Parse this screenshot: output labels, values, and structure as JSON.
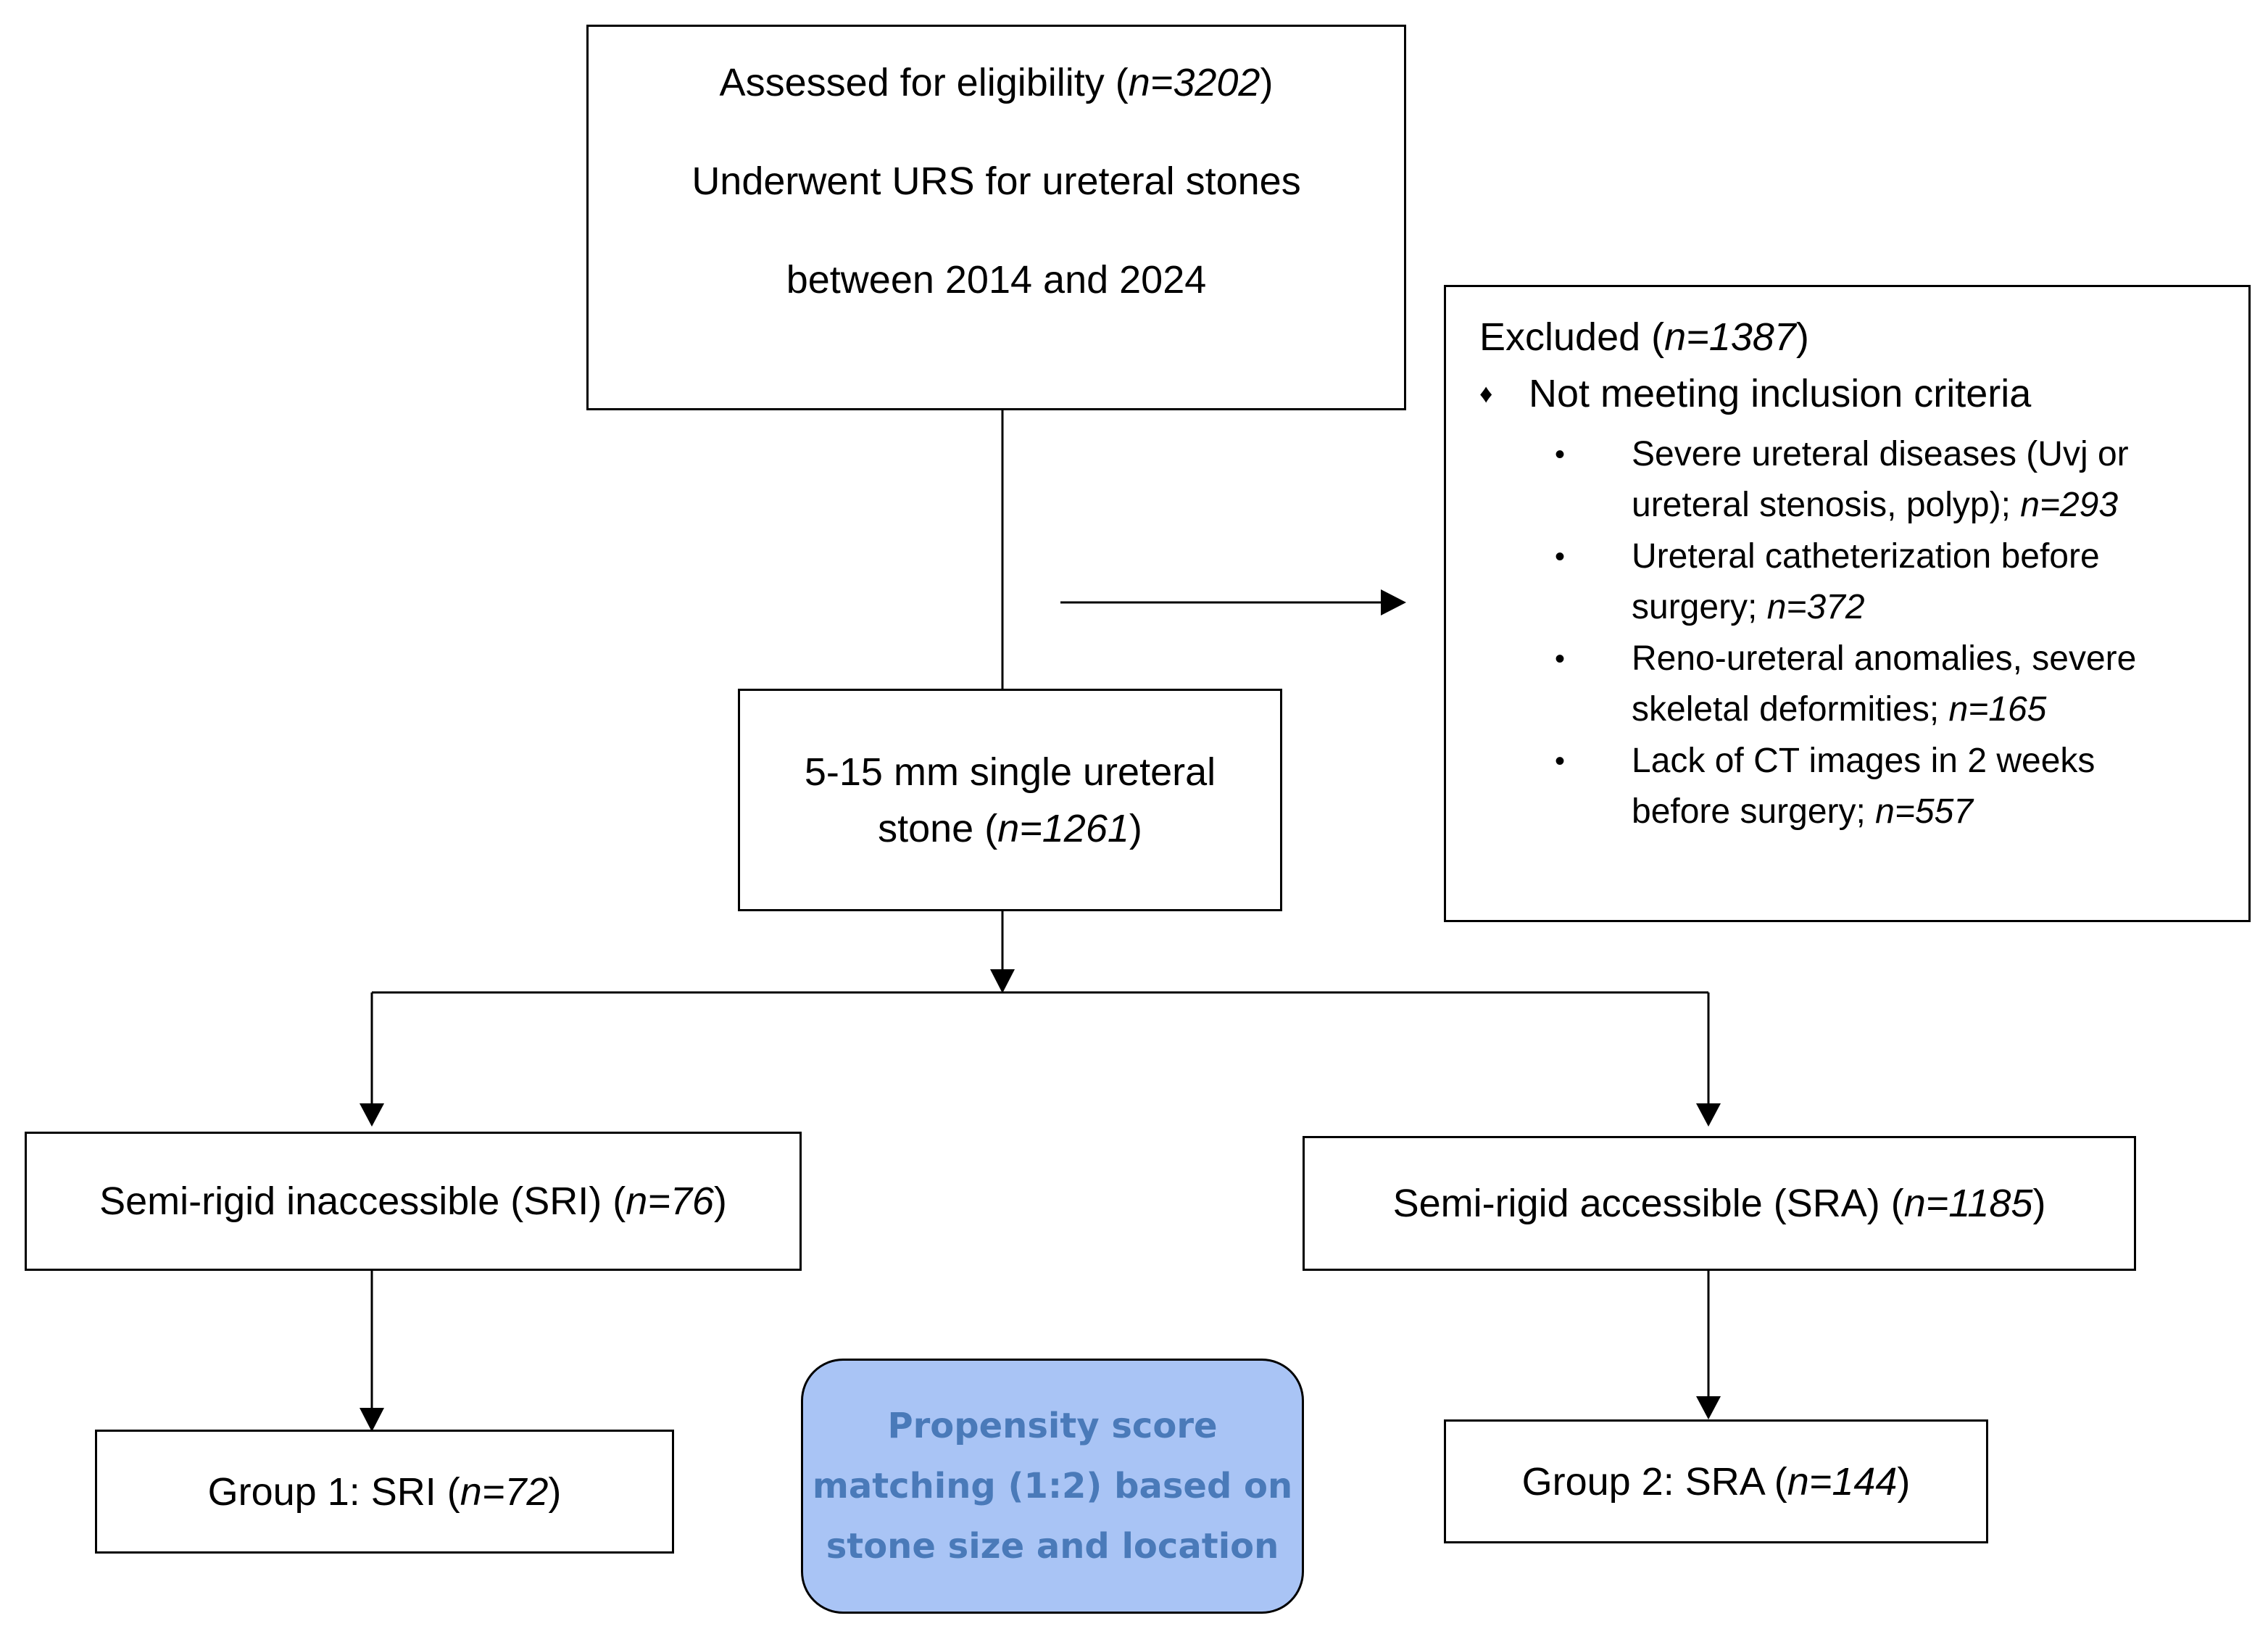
{
  "eligibility": {
    "line1_prefix": "Assessed for eligibility (",
    "line1_n": "n=3202",
    "line1_suffix": ")",
    "line2": "Underwent URS for ureteral stones",
    "line3": "between 2014 and 2024"
  },
  "excluded": {
    "title_prefix": "Excluded (",
    "title_n": "n=1387",
    "title_suffix": ")",
    "criteria_bullet": "♦",
    "criteria_label": "Not meeting inclusion criteria",
    "items": [
      {
        "bullet": "•",
        "line1": "Severe ureteral diseases (Uvj or",
        "line2": "ureteral stenosis, polyp); ",
        "n": "n=293"
      },
      {
        "bullet": "•",
        "line1": "Ureteral catheterization before",
        "line2": "surgery; ",
        "n": "n=372"
      },
      {
        "bullet": "•",
        "line1": "Reno-ureteral anomalies, severe",
        "line2": "skeletal deformities; ",
        "n": "n=165"
      },
      {
        "bullet": "•",
        "line1": "Lack of CT images in 2 weeks",
        "line2": "before surgery; ",
        "n": "n=557"
      }
    ]
  },
  "single_stone": {
    "line1": "5-15 mm single ureteral",
    "line2_prefix": "stone (",
    "n": "n=1261",
    "suffix": ")"
  },
  "sri": {
    "prefix": "Semi-rigid inaccessible (SRI) (",
    "n": "n=76",
    "suffix": ")"
  },
  "sra": {
    "prefix": "Semi-rigid accessible (SRA) (",
    "n": "n=1185",
    "suffix": ")"
  },
  "group1": {
    "prefix": "Group 1: SRI (",
    "n": "n=72",
    "suffix": ")"
  },
  "group2": {
    "prefix": "Group 2: SRA (",
    "n": "n=144",
    "suffix": ")"
  },
  "psm": {
    "line1": "Propensity score",
    "line2": "matching (1:2) based on",
    "line3": "stone size and location"
  },
  "colors": {
    "psm_fill": "#a9c4f5",
    "psm_text": "#4a7ab9",
    "line": "#000000"
  }
}
